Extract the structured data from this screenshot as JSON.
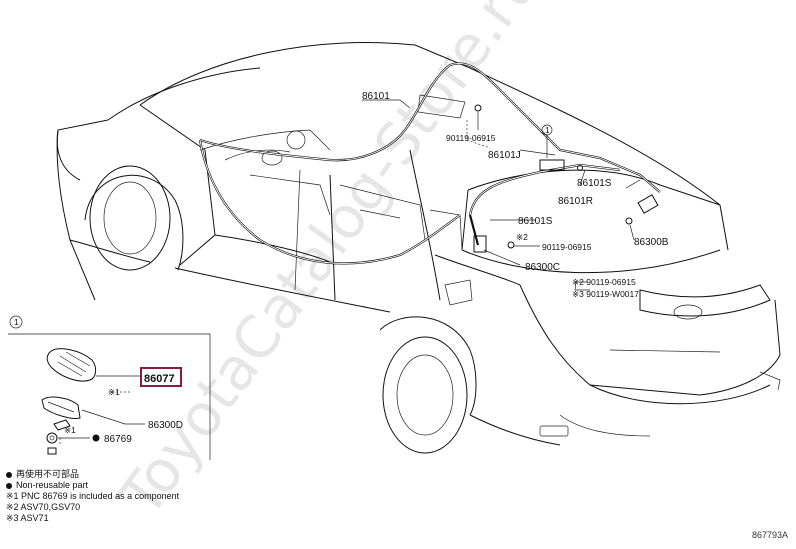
{
  "watermark": "ToyotaCatalog-Store.ru",
  "figure_code": "867793A",
  "callouts": {
    "ant_cord_main": "86101",
    "bolt_a": "90119-06915",
    "ant_cord_j": "86101J",
    "ant_cord_s1": "86101S",
    "ant_cord_r": "86101R",
    "ant_cord_s2": "86101S",
    "bolt_b_note": "※2",
    "bolt_b": "90119-06915",
    "amp_c": "86300C",
    "amp_b": "86300B",
    "bolt_c": "※2 90119-06915",
    "bolt_d": "※3 90119-W0017",
    "pole": "86077",
    "amp_d": "86300D",
    "clip": "86769",
    "note_mark_1": "※1",
    "note_mark_2": "※1",
    "circle_ref_a": "1",
    "circle_ref_b": "1"
  },
  "legend": {
    "line1": "再使用不可部品",
    "line2": "Non-reusable part",
    "line3": "※1 PNC 86769 is included as a component",
    "line4": "※2 ASV70,GSV70",
    "line5": "※3 ASV71"
  },
  "colors": {
    "highlight": "#8c1b3c",
    "ink": "#111111",
    "watermark": "#c9c9c9"
  }
}
